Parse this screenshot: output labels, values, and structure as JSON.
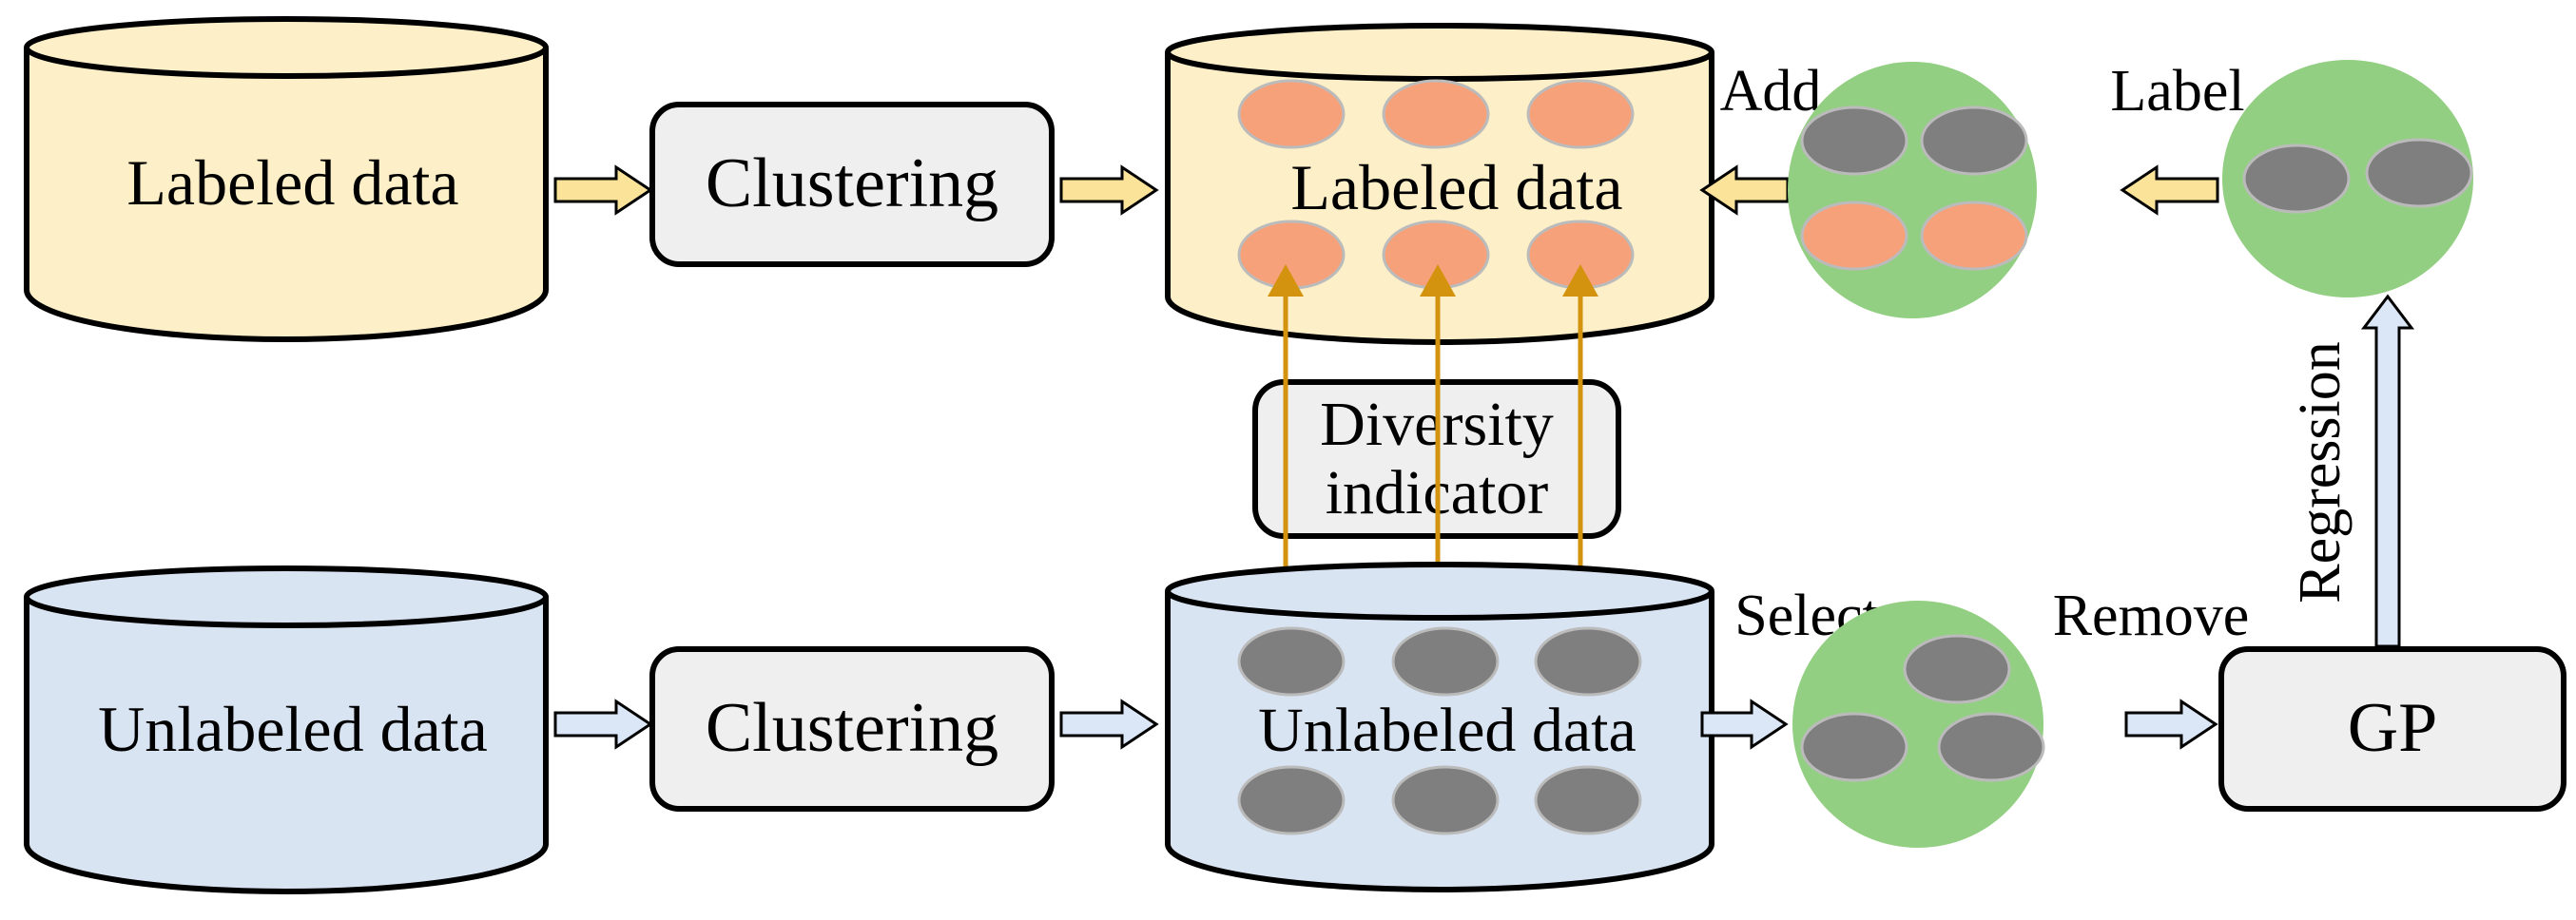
{
  "colors": {
    "labeled_fill": "#fdf0c8",
    "unlabeled_fill": "#d9e4f3",
    "process_fill": "#efefef",
    "cluster_green": "#93cf82",
    "dot_gray": "#7f7f7f",
    "dot_orange": "#f7a17a",
    "arrow_gold": "#d4930e",
    "arrow_yellow_fill": "#fbe39a",
    "arrow_blue_fill": "#dbe7f6"
  },
  "nodes": {
    "labeled_db": "Labeled data",
    "clustering_top": "Clustering",
    "labeled_pool": "Labeled data",
    "unlabeled_db": "Unlabeled data",
    "clustering_bottom": "Clustering",
    "unlabeled_pool": "Unlabeled data",
    "diversity_line1": "Diversity",
    "diversity_line2": "indicator",
    "gp": "GP"
  },
  "edge_labels": {
    "add": "Add",
    "label": "Label",
    "select": "Select",
    "remove": "Remove",
    "regression": "Regression"
  }
}
